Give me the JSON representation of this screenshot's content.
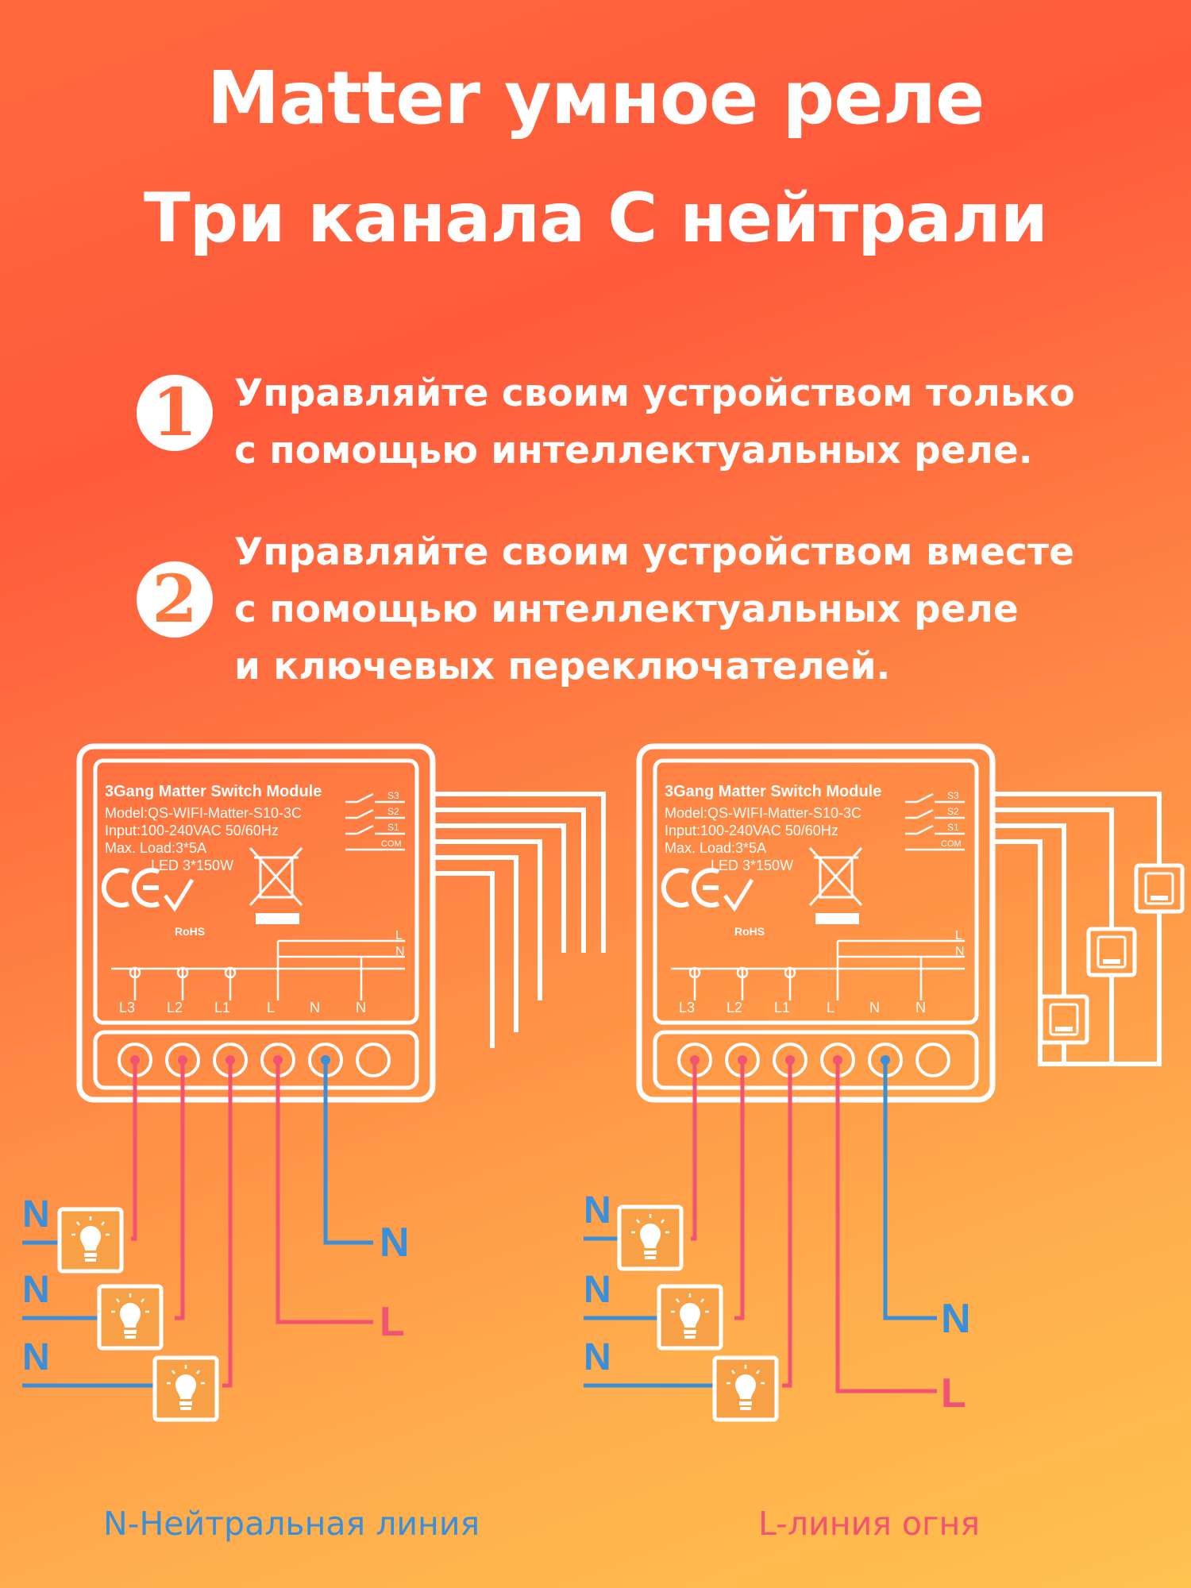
{
  "header": {
    "title": "Matter умное реле",
    "subtitle": "Три канала С нейтрали"
  },
  "bullets": [
    {
      "number": "1",
      "lines": [
        "Управляйте своим устройством только",
        "с помощью интеллектуальных реле."
      ]
    },
    {
      "number": "2",
      "lines": [
        "Управляйте своим устройством вместе",
        "с помощью интеллектуальных реле",
        "и ключевых переключателей."
      ]
    }
  ],
  "module": {
    "name": "3Gang Matter Switch Module",
    "model": "Model:QS-WIFI-Matter-S10-3C",
    "input": "Input:100-240VAC 50/60Hz",
    "max_load": "Max. Load:3*5A",
    "led": "LED 3*150W",
    "ce": "CE",
    "rohs": "RoHS",
    "switch_labels": [
      "S3",
      "S2",
      "S1",
      "COM"
    ],
    "bus_labels": [
      "L",
      "N"
    ],
    "terminal_labels": [
      "L3",
      "L2",
      "L1",
      "L",
      "N",
      "N"
    ]
  },
  "wire_labels": {
    "neutral": "N",
    "live": "L"
  },
  "legend": {
    "neutral": "N-Нейтральная линия",
    "live": "L-линия огня"
  },
  "colors": {
    "neutral": "#3a8fd8",
    "live": "#f25372",
    "lamp_bg": "#f7a046"
  },
  "icons": [
    "bulb-icon",
    "wall-switch-icon",
    "recycle-bin-icon",
    "check-icon"
  ]
}
